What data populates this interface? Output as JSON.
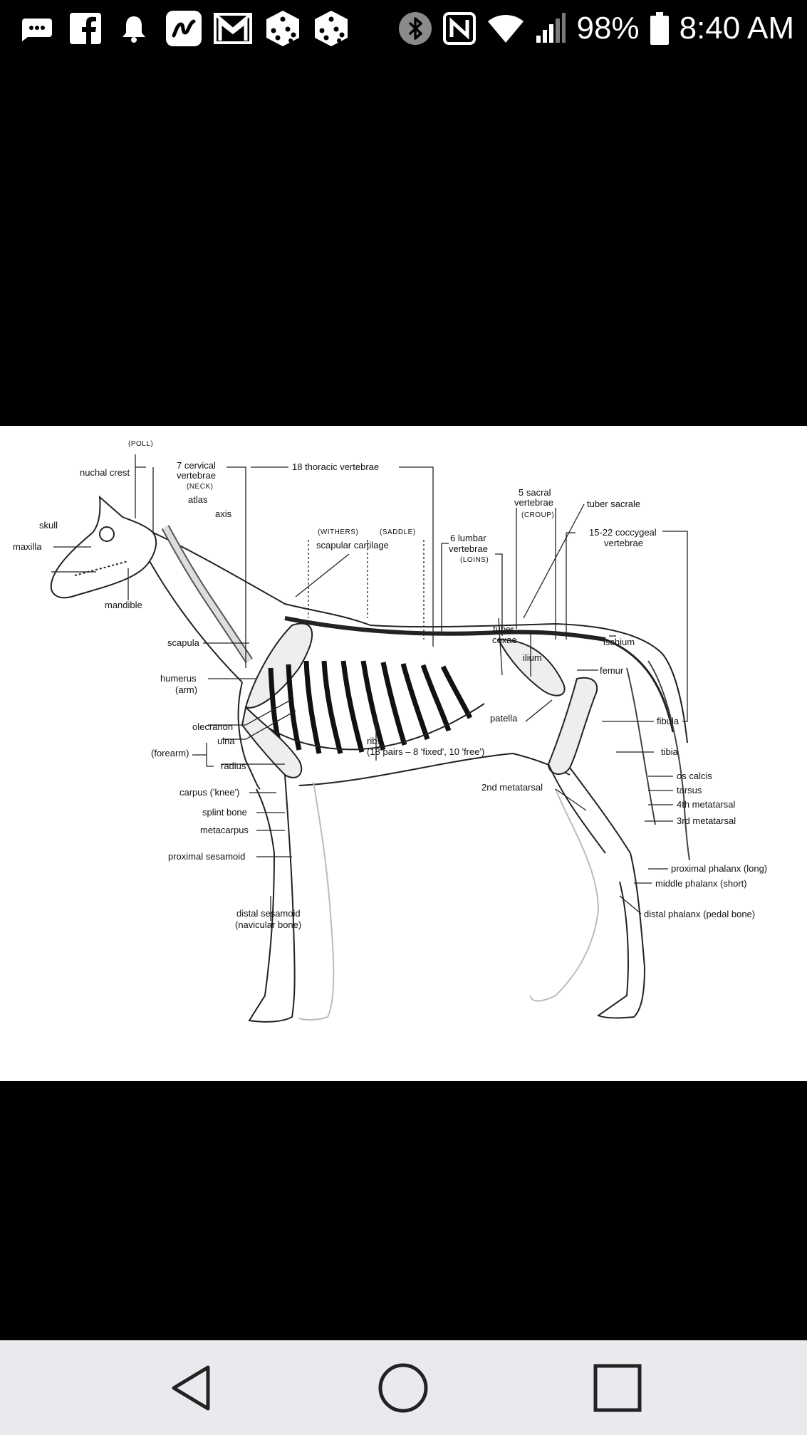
{
  "status_bar": {
    "battery_percent": "98%",
    "time": "8:40 AM",
    "icons": [
      "messages-icon",
      "facebook-icon",
      "notification-bell-icon",
      "app-icon",
      "gmail-icon",
      "dice-game-icon",
      "dice-game-icon",
      "bluetooth-icon",
      "nfc-icon",
      "wifi-icon",
      "signal-icon",
      "battery-icon"
    ]
  },
  "figure": {
    "labels": {
      "poll": "(POLL)",
      "nuchal_crest": "nuchal crest",
      "cervical": "7 cervical",
      "cervical2": "vertebrae",
      "neck": "(NECK)",
      "atlas": "atlas",
      "axis": "axis",
      "skull": "skull",
      "maxilla": "maxilla",
      "mandible": "mandible",
      "thoracic": "18 thoracic vertebrae",
      "withers": "(WITHERS)",
      "saddle": "(SADDLE)",
      "scapular_cartilage": "scapular cartilage",
      "lumbar": "6 lumbar",
      "lumbar2": "vertebrae",
      "loins": "(LOINS)",
      "sacral": "5 sacral",
      "sacral2": "vertebrae",
      "croup": "(CROUP)",
      "tuber_sacrale": "tuber sacrale",
      "coccygeal": "15-22 coccygeal",
      "coccygeal2": "vertebrae",
      "scapula": "scapula",
      "humerus": "humerus",
      "arm": "(arm)",
      "tuber_coxae": "tuber",
      "tuber_coxae2": "coxae",
      "ilium": "ilium",
      "ischium": "ischium",
      "femur": "femur",
      "patella": "patella",
      "fibula": "fibula",
      "olecranon": "olecranon",
      "ulna": "ulna",
      "forearm": "(forearm)",
      "radius": "radius",
      "ribs": "ribs",
      "ribs2": "(18 pairs – 8 'fixed', 10 'free')",
      "tibia": "tibia",
      "os_calcis": "os calcis",
      "tarsus": "tarsus",
      "metatarsal4": "4th metatarsal",
      "metatarsal3": "3rd metatarsal",
      "metatarsal2": "2nd metatarsal",
      "carpus": "carpus ('knee')",
      "splint": "splint bone",
      "metacarpus": "metacarpus",
      "prox_sesamoid": "proximal sesamoid",
      "distal_sesamoid": "distal sesamoid",
      "navicular": "(navicular bone)",
      "prox_phalanx": "proximal phalanx (long)",
      "mid_phalanx": "middle phalanx (short)",
      "distal_phalanx": "distal phalanx (pedal bone)"
    }
  },
  "nav": {
    "back": "back-icon",
    "home": "home-icon",
    "recents": "recents-icon"
  }
}
